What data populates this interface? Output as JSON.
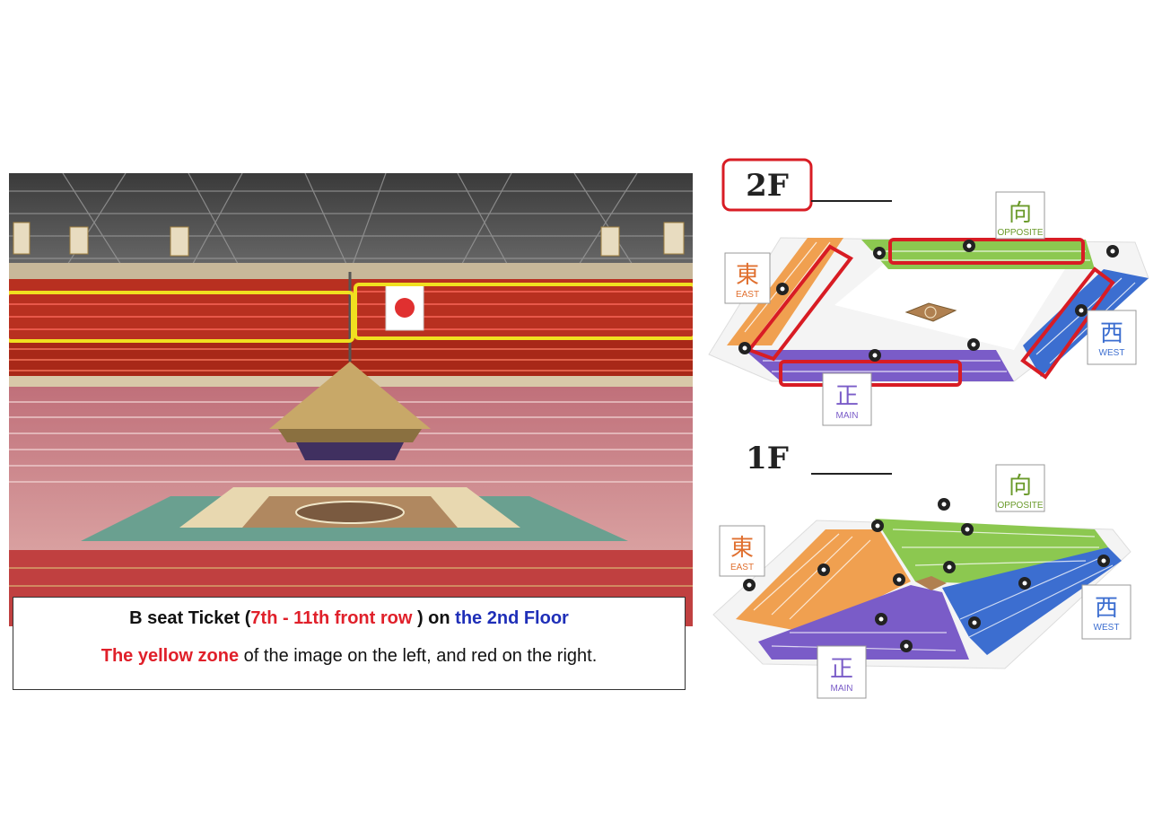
{
  "caption": {
    "line1_prefix": "B seat Ticket (",
    "line1_rows": "7th - 11th front row",
    "line1_mid": " ) on ",
    "line1_floor": "the 2nd Floor",
    "line2_highlight": "The yellow zone",
    "line2_rest": " of the image on the left, and red on the right."
  },
  "map_2f": {
    "title": "2F",
    "directions": {
      "opposite": {
        "kanji": "向",
        "label": "OPPOSITE"
      },
      "east": {
        "kanji": "東",
        "label": "EAST"
      },
      "west": {
        "kanji": "西",
        "label": "WEST"
      },
      "main": {
        "kanji": "正",
        "label": "MAIN"
      }
    }
  },
  "map_1f": {
    "title": "1F",
    "directions": {
      "opposite": {
        "kanji": "向",
        "label": "OPPOSITE"
      },
      "east": {
        "kanji": "東",
        "label": "EAST"
      },
      "west": {
        "kanji": "西",
        "label": "WEST"
      },
      "main": {
        "kanji": "正",
        "label": "MAIN"
      }
    }
  },
  "colors": {
    "highlight_yellow": "#f0e020",
    "highlight_red": "#d81c24",
    "east_orange": "#f0a050",
    "opposite_green": "#8cc850",
    "west_blue": "#3c6ed0",
    "main_purple": "#7a5cc8"
  },
  "icons": [
    "camera-icon",
    "sumo-ring-icon",
    "japan-flag-icon"
  ]
}
